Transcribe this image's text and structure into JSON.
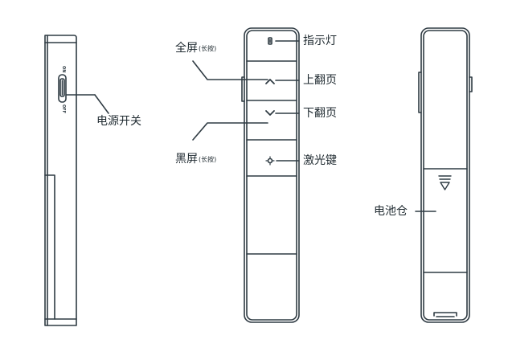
{
  "labels": {
    "power_switch": "电源开关",
    "fullscreen": "全屏",
    "fullscreen_note": "(长按)",
    "indicator": "指示灯",
    "page_up": "上翻页",
    "page_down": "下翻页",
    "blackscreen": "黑屏",
    "blackscreen_note": "(长按)",
    "laser_key": "激光键",
    "battery": "电池仓"
  },
  "switch_marks": {
    "on": "ON",
    "off": "OFF"
  },
  "colors": {
    "stroke": "#2f3b43",
    "text": "#1f2a30",
    "background": "#ffffff"
  },
  "icons": {
    "up": "chevron-up-icon",
    "down": "chevron-down-icon",
    "laser": "laser-gear-icon",
    "battery_latch": "triangle-down-icon"
  }
}
